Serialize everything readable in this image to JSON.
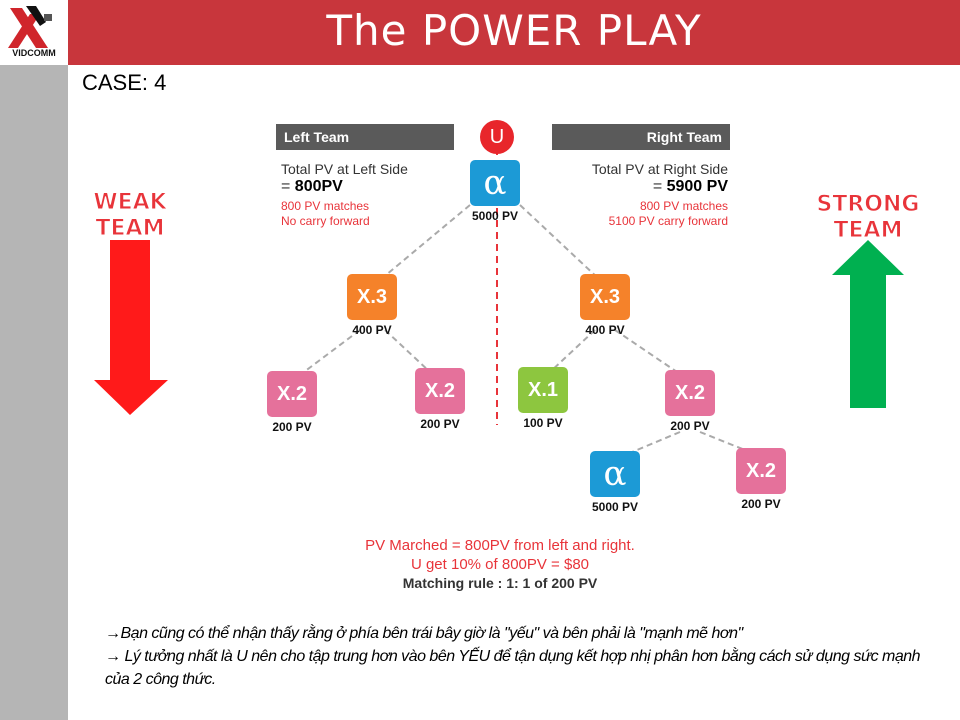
{
  "header": {
    "title": "The POWER PLAY",
    "logo_text": "VIDCOMM"
  },
  "case_label": "CASE: 4",
  "weak_label": [
    "WEAK",
    "TEAM"
  ],
  "strong_label": [
    "STRONG",
    "TEAM"
  ],
  "left_team": {
    "title": "Left Team",
    "total_label": "Total PV at Left Side",
    "total_eq": "=",
    "total_value": "800PV",
    "note1": "800 PV matches",
    "note2": "No carry forward"
  },
  "right_team": {
    "title": "Right Team",
    "total_label": "Total PV at Right Side",
    "total_eq": "=",
    "total_value": "5900 PV",
    "note1": "800 PV matches",
    "note2": "5100 PV carry forward"
  },
  "tree": {
    "user": "U",
    "nodes": [
      {
        "label": "α",
        "pv": "5000 PV"
      },
      {
        "label": "X.3",
        "pv": "400 PV"
      },
      {
        "label": "X.3",
        "pv": "400 PV"
      },
      {
        "label": "X.2",
        "pv": "200 PV"
      },
      {
        "label": "X.2",
        "pv": "200 PV"
      },
      {
        "label": "X.1",
        "pv": "100 PV"
      },
      {
        "label": "X.2",
        "pv": "200 PV"
      },
      {
        "label": "α",
        "pv": "5000 PV"
      },
      {
        "label": "X.2",
        "pv": "200 PV"
      }
    ]
  },
  "summary": {
    "line1": "PV Marched = 800PV from left and right.",
    "line2": "U get 10% of 800PV = $80",
    "line3": "Matching rule : 1: 1 of 200 PV"
  },
  "notes": {
    "p1": "→Bạn cũng có thể nhận thấy rằng ở phía bên trái bây giờ là \"yếu\" và bên phải là \"mạnh mẽ hơn\"",
    "p2": "→  Lý tưởng nhất là U nên cho tập trung hơn vào bên YẾU để tận dụng kết hợp nhị phân hơn bằng cách sử dụng sức mạnh của 2 công thức."
  },
  "colors": {
    "header": "#c8363c",
    "orange": "#f5822a",
    "pink": "#e5719b",
    "green": "#8dc63f",
    "blue": "#1c9ad6",
    "down_arrow": "#ff1a1a",
    "up_arrow": "#00b050"
  }
}
